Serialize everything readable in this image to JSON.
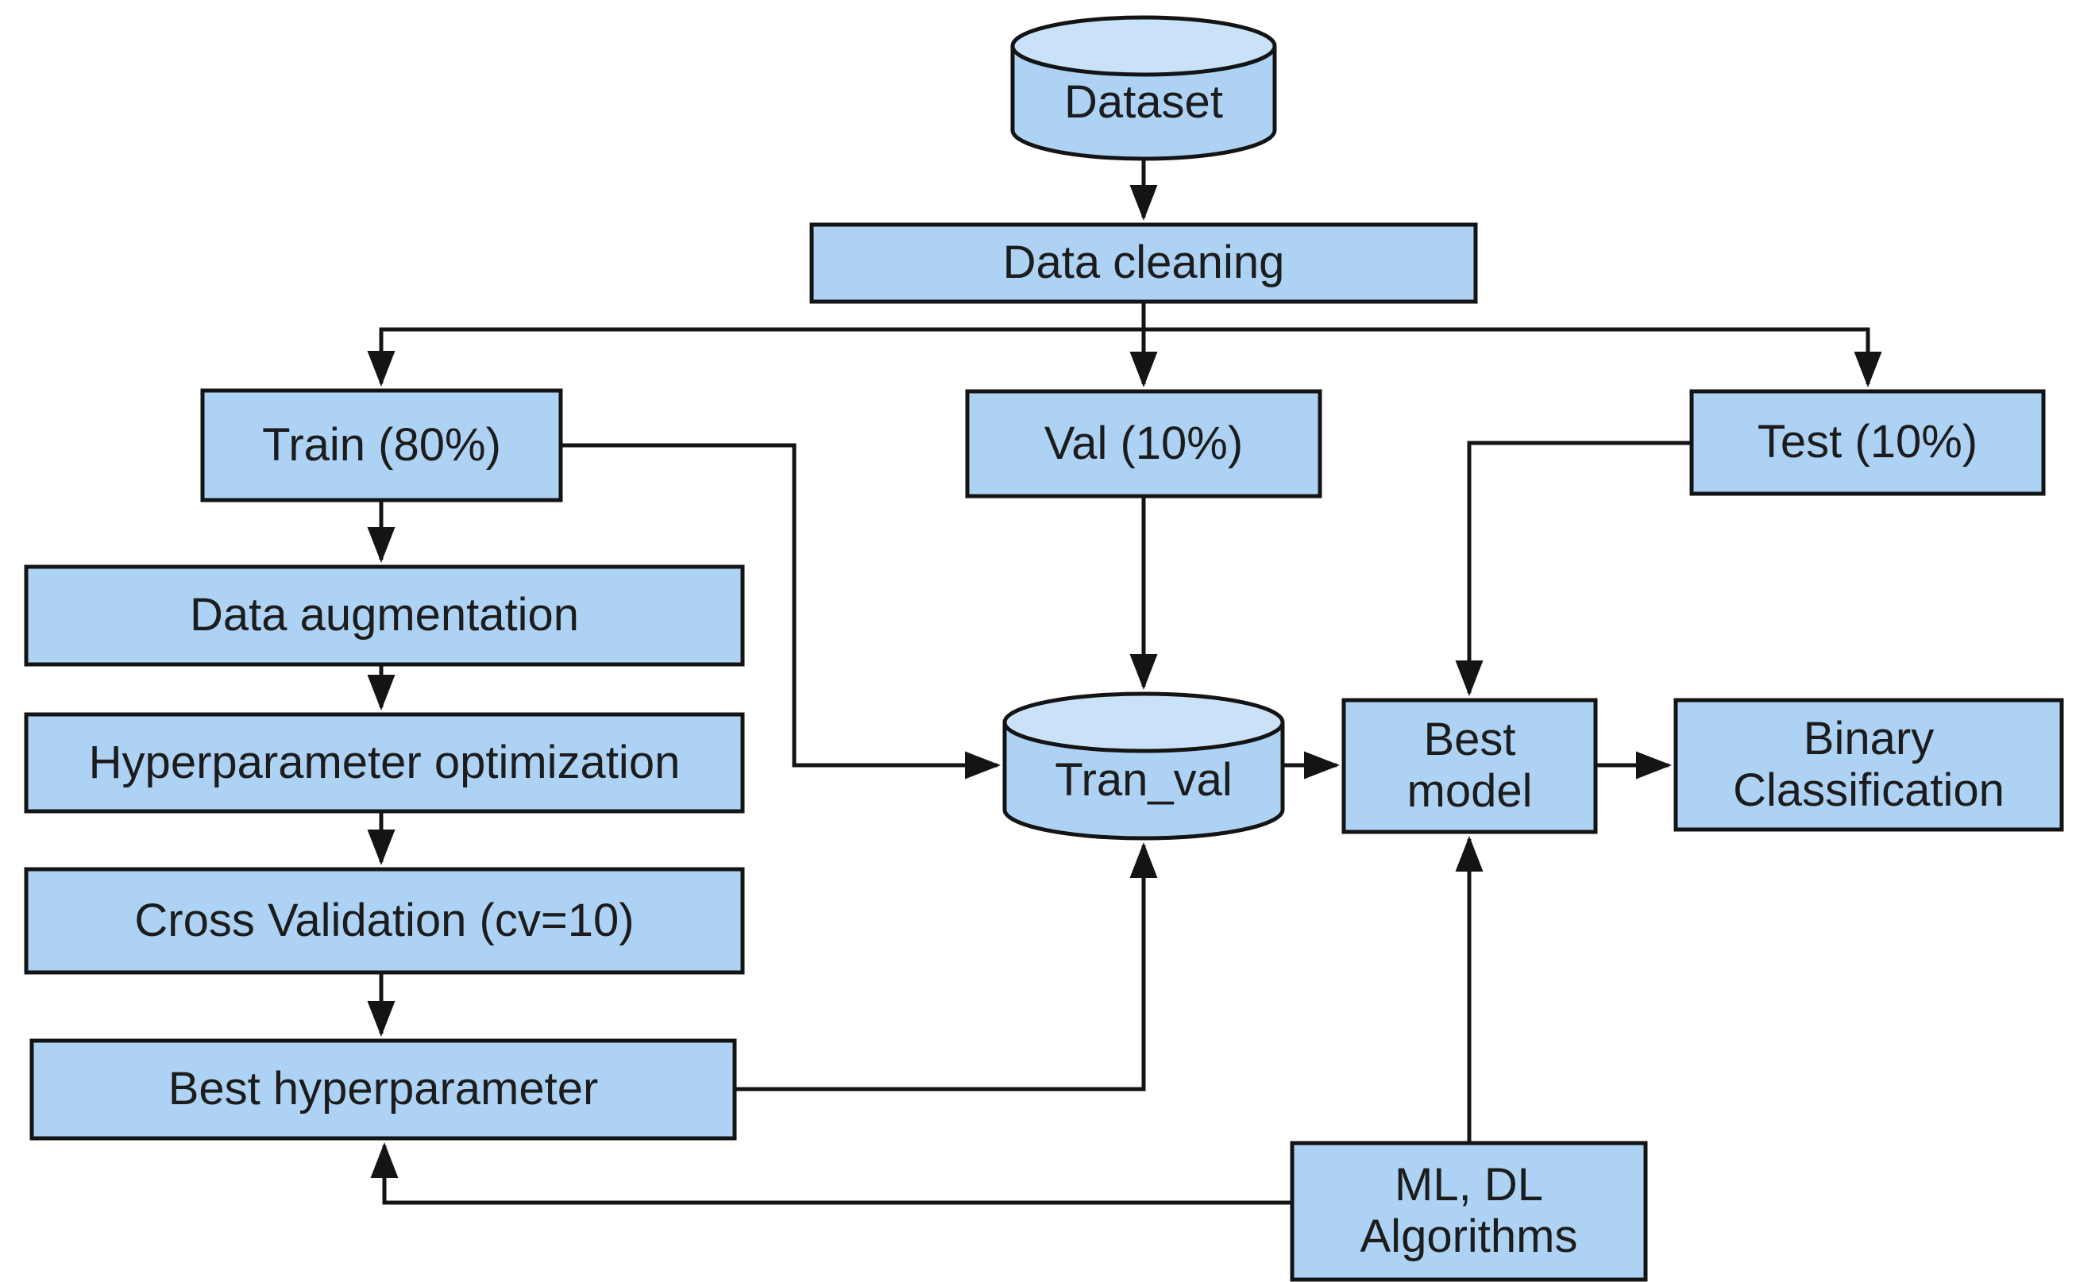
{
  "diagram": {
    "title": "ML pipeline flowchart",
    "colors": {
      "background": "#ffffff",
      "node_fill": "#ADD2F3",
      "cylinder_top_fill": "#C9E2F8",
      "node_stroke": "#141414",
      "edge_color": "#141414",
      "text_color": "#1c1c1c"
    },
    "nodes": [
      {
        "id": "dataset",
        "label": "Dataset",
        "shape": "cylinder"
      },
      {
        "id": "data-cleaning",
        "label": "Data cleaning",
        "shape": "rect"
      },
      {
        "id": "train",
        "label": "Train (80%)",
        "shape": "rect"
      },
      {
        "id": "val",
        "label": "Val (10%)",
        "shape": "rect"
      },
      {
        "id": "test",
        "label": "Test (10%)",
        "shape": "rect"
      },
      {
        "id": "data-augmentation",
        "label": "Data augmentation",
        "shape": "rect"
      },
      {
        "id": "hyperparameter-optimization",
        "label": "Hyperparameter optimization",
        "shape": "rect"
      },
      {
        "id": "cross-validation",
        "label": "Cross Validation (cv=10)",
        "shape": "rect"
      },
      {
        "id": "best-hyperparameter",
        "label": "Best hyperparameter",
        "shape": "rect"
      },
      {
        "id": "tran-val",
        "label": "Tran_val",
        "shape": "cylinder"
      },
      {
        "id": "best-model",
        "label": "Best\nmodel",
        "shape": "rect"
      },
      {
        "id": "binary-classification",
        "label": "Binary\nClassification",
        "shape": "rect"
      },
      {
        "id": "ml-dl-algorithms",
        "label": "ML, DL\nAlgorithms",
        "shape": "rect"
      }
    ],
    "edges": [
      {
        "from": "dataset",
        "to": "data-cleaning"
      },
      {
        "from": "data-cleaning",
        "to": "train"
      },
      {
        "from": "data-cleaning",
        "to": "val"
      },
      {
        "from": "data-cleaning",
        "to": "test"
      },
      {
        "from": "train",
        "to": "data-augmentation"
      },
      {
        "from": "data-augmentation",
        "to": "hyperparameter-optimization"
      },
      {
        "from": "hyperparameter-optimization",
        "to": "cross-validation"
      },
      {
        "from": "cross-validation",
        "to": "best-hyperparameter"
      },
      {
        "from": "train",
        "to": "tran-val"
      },
      {
        "from": "val",
        "to": "tran-val"
      },
      {
        "from": "best-hyperparameter",
        "to": "tran-val"
      },
      {
        "from": "tran-val",
        "to": "best-model"
      },
      {
        "from": "test",
        "to": "best-model"
      },
      {
        "from": "ml-dl-algorithms",
        "to": "best-model"
      },
      {
        "from": "ml-dl-algorithms",
        "to": "best-hyperparameter"
      },
      {
        "from": "best-model",
        "to": "binary-classification"
      }
    ]
  }
}
